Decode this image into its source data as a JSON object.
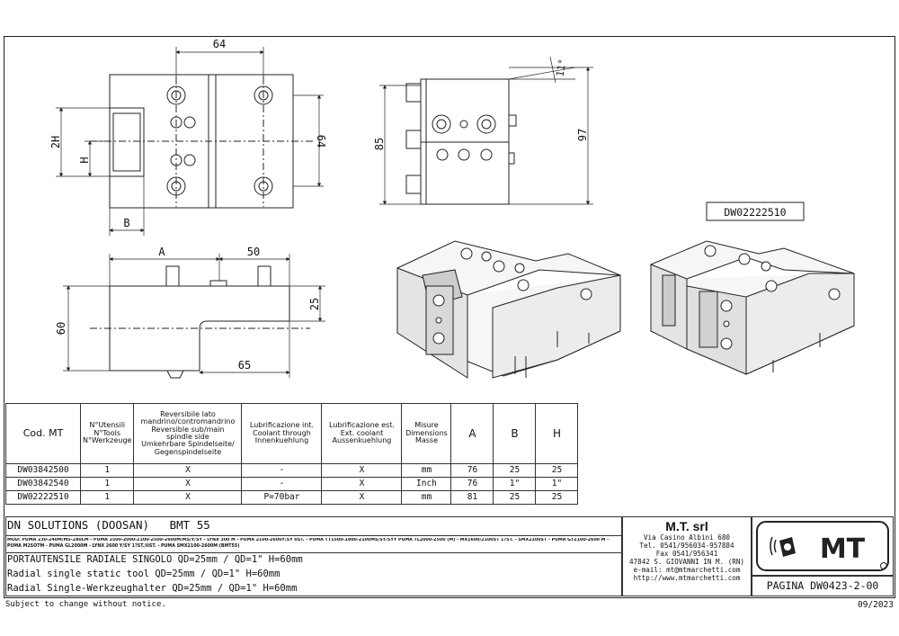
{
  "dims": {
    "d64_top": "64",
    "d2h": "2H",
    "dh": "H",
    "d64_right": "64",
    "db": "B",
    "d11": "11°",
    "d85": "85",
    "d97": "97",
    "da": "A",
    "d50": "50",
    "d25": "25",
    "d60": "60",
    "d65": "65"
  },
  "part_code": "DW02222510",
  "table": {
    "headers": {
      "cod": "Cod. MT",
      "tools": [
        "N°Utensili",
        "N°Tools",
        "N°Werkzeuge"
      ],
      "reversible": [
        "Reversibile lato",
        "mandrino/contromandrino",
        "Reversible sub/main",
        "spindle side",
        "Umkehrbare Spindelseite/",
        "Gegenspindelseite"
      ],
      "coolant_int": [
        "Lubrificazione int.",
        "Coolant through",
        "Innenkuehlung"
      ],
      "coolant_ext": [
        "Lubrificazione est.",
        "Ext. coolant",
        "Aussenkuehlung"
      ],
      "dimensions": [
        "Misure",
        "Dimensions",
        "Masse"
      ],
      "a": "A",
      "b": "B",
      "h": "H"
    },
    "rows": [
      [
        "DW03842500",
        "1",
        "X",
        "-",
        "X",
        "mm",
        "76",
        "25",
        "25"
      ],
      [
        "DW03842540",
        "1",
        "X",
        "-",
        "X",
        "Inch",
        "76",
        "1\"",
        "1\""
      ],
      [
        "DW02222510",
        "1",
        "X",
        "P=70bar",
        "X",
        "mm",
        "81",
        "25",
        "25"
      ]
    ]
  },
  "title_block": {
    "machine": "DN SOLUTIONS (DOOSAN)   BMT 55",
    "models": "MOD: PUMA 230-240M/MS-280LM - PUMA 1500-2000-2100-2500-2600M/MS/Y/SY - LYNX 300 M - PUMA 2100-2600Y/SY IIST. - PUMA TT1500-1800-2100MS/SY/SYY PUMA TL2000-2500 (M) - MX1600/2100ST 1?ST. - SMX2100ST - PUMA GT2100-2600 M - PUMA M2SOTM - PUMA GL2000M - LYNX 2600 Y/SY 1?ST./IIST. - PUMA SMX2100-2600M (BMT55)",
    "desc_it": "PORTAUTENSILE RADIALE SINGOLO QD=25mm / QD=1\" H=60mm",
    "desc_en": "Radial single static tool QD=25mm / QD=1\" H=60mm",
    "desc_de": "Radial Single-Werkzeughalter QD=25mm / QD=1\" H=60mm",
    "company": "M.T. srl",
    "address": [
      "Via Casino Albini 680",
      "Tel. 0541/956034-957884",
      "Fax 0541/956341",
      "47842 S. GIOVANNI IN M. (RN)",
      "e-mail: mt@mtmarchetti.com",
      "http://www.mtmarchetti.com"
    ],
    "logo": "MT",
    "page": "PAGINA DW0423-2-00"
  },
  "footer": {
    "note": "Subject to change without notice.",
    "date": "09/2023"
  }
}
